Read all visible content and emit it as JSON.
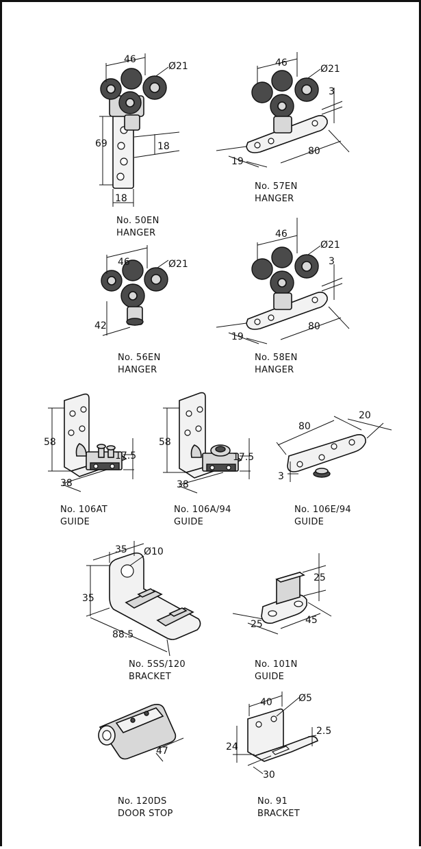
{
  "parts": [
    {
      "id": "50en",
      "number": "No. 50EN",
      "type": "HANGER",
      "dims": [
        "46",
        "Ø21",
        "69",
        "18",
        "18"
      ]
    },
    {
      "id": "57en",
      "number": "No. 57EN",
      "type": "HANGER",
      "dims": [
        "46",
        "Ø21",
        "3",
        "19",
        "80"
      ]
    },
    {
      "id": "56en",
      "number": "No. 56EN",
      "type": "HANGER",
      "dims": [
        "46",
        "Ø21",
        "42"
      ]
    },
    {
      "id": "58en",
      "number": "No. 58EN",
      "type": "HANGER",
      "dims": [
        "46",
        "Ø21",
        "3",
        "19",
        "80"
      ]
    },
    {
      "id": "106at",
      "number": "No. 106AT",
      "type": "GUIDE",
      "dims": [
        "58",
        "17.5",
        "38"
      ]
    },
    {
      "id": "106a94",
      "number": "No. 106A/94",
      "type": "GUIDE",
      "dims": [
        "58",
        "17.5",
        "38"
      ]
    },
    {
      "id": "106e94",
      "number": "No. 106E/94",
      "type": "GUIDE",
      "dims": [
        "80",
        "20",
        "3"
      ]
    },
    {
      "id": "5ss120",
      "number": "No. 5SS/120",
      "type": "BRACKET",
      "dims": [
        "35",
        "Ø10",
        "35",
        "88.5"
      ]
    },
    {
      "id": "101n",
      "number": "No. 101N",
      "type": "GUIDE",
      "dims": [
        "25",
        "25",
        "45"
      ]
    },
    {
      "id": "120ds",
      "number": "No. 120DS",
      "type": "DOOR STOP",
      "dims": [
        "47"
      ]
    },
    {
      "id": "91",
      "number": "No. 91",
      "type": "BRACKET",
      "dims": [
        "40",
        "Ø5",
        "24",
        "2.5",
        "30"
      ]
    }
  ]
}
